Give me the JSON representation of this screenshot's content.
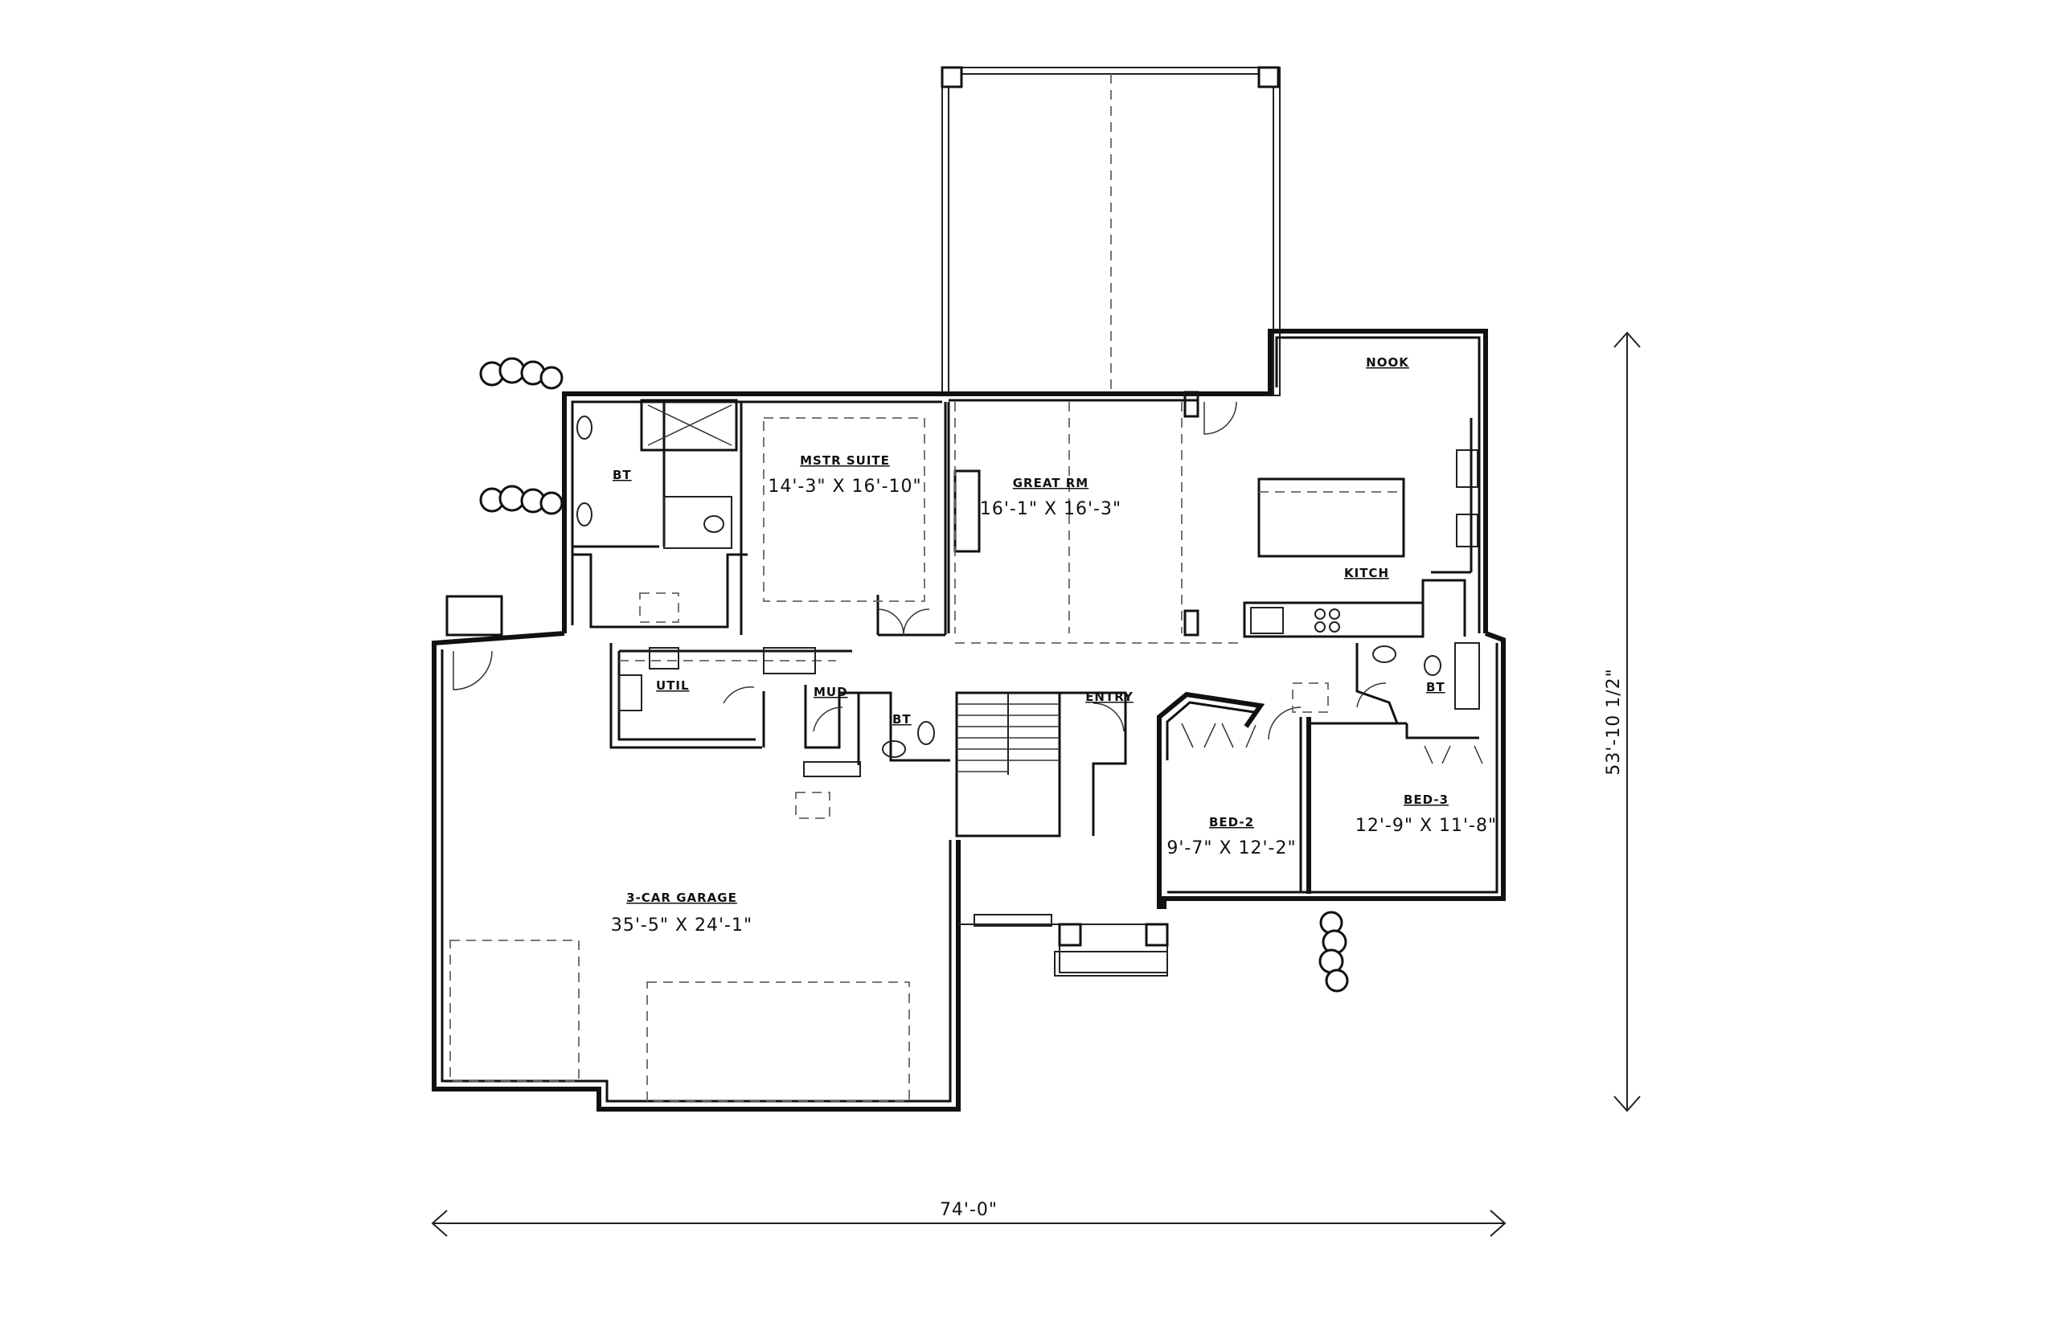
{
  "rooms": {
    "master_bath": {
      "name": "BT"
    },
    "master_suite": {
      "name": "MSTR SUITE",
      "dims": "14'-3\" X 16'-10\""
    },
    "great_room": {
      "name": "GREAT RM",
      "dims": "16'-1\" X 16'-3\""
    },
    "nook": {
      "name": "NOOK"
    },
    "kitchen": {
      "name": "KITCH"
    },
    "utility": {
      "name": "UTIL"
    },
    "mud": {
      "name": "MUD"
    },
    "half_bath": {
      "name": "BT"
    },
    "entry": {
      "name": "ENTRY"
    },
    "hall_bath": {
      "name": "BT"
    },
    "bed_2": {
      "name": "BED-2",
      "dims": "9'-7\" X 12'-2\""
    },
    "bed_3": {
      "name": "BED-3",
      "dims": "12'-9\" X 11'-8\""
    },
    "garage": {
      "name": "3-CAR GARAGE",
      "dims": "35'-5\" X 24'-1\""
    }
  },
  "overall_dimensions": {
    "width": "74'-0\"",
    "depth": "53'-10 1/2\""
  }
}
